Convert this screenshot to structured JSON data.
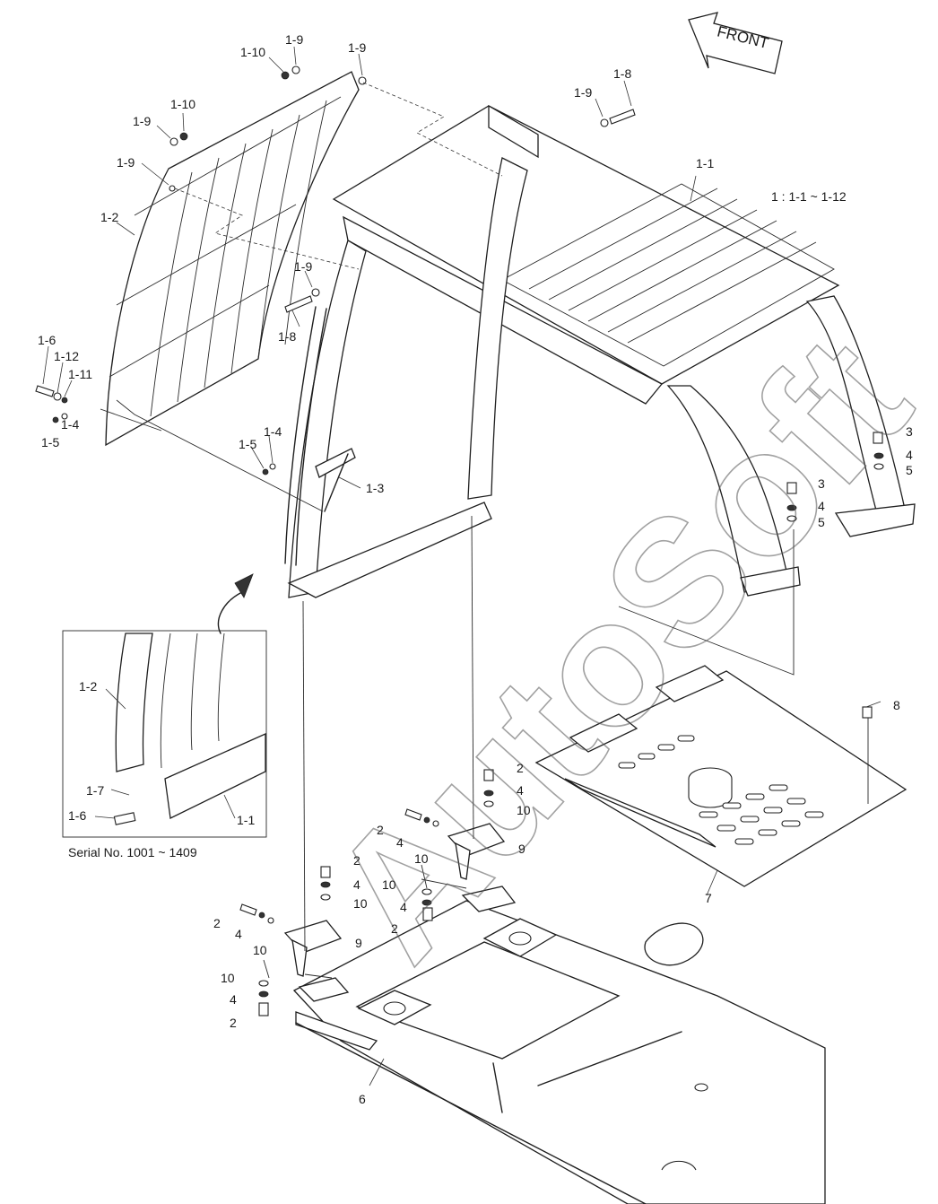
{
  "diagram": {
    "front_label": "FRONT",
    "range_note": "1 : 1-1 ~ 1-12",
    "inset_caption": "Serial No. 1001 ~ 1409",
    "watermark": "AutoSoft",
    "callouts": [
      {
        "id": "c01",
        "text": "1-10"
      },
      {
        "id": "c02",
        "text": "1-9"
      },
      {
        "id": "c03",
        "text": "1-9"
      },
      {
        "id": "c04",
        "text": "1-8"
      },
      {
        "id": "c05",
        "text": "1-9"
      },
      {
        "id": "c06",
        "text": "1-10"
      },
      {
        "id": "c07",
        "text": "1-9"
      },
      {
        "id": "c08",
        "text": "1-9"
      },
      {
        "id": "c09",
        "text": "1-1"
      },
      {
        "id": "c10",
        "text": "1-2"
      },
      {
        "id": "c11",
        "text": "1-9"
      },
      {
        "id": "c12",
        "text": "1-8"
      },
      {
        "id": "c13",
        "text": "1-6"
      },
      {
        "id": "c14",
        "text": "1-12"
      },
      {
        "id": "c15",
        "text": "1-11"
      },
      {
        "id": "c16",
        "text": "1-4"
      },
      {
        "id": "c17",
        "text": "1-5"
      },
      {
        "id": "c18",
        "text": "1-4"
      },
      {
        "id": "c19",
        "text": "1-5"
      },
      {
        "id": "c20",
        "text": "1-3"
      },
      {
        "id": "c21",
        "text": "3"
      },
      {
        "id": "c22",
        "text": "4"
      },
      {
        "id": "c23",
        "text": "5"
      },
      {
        "id": "c24",
        "text": "3"
      },
      {
        "id": "c25",
        "text": "4"
      },
      {
        "id": "c26",
        "text": "5"
      },
      {
        "id": "c27",
        "text": "8"
      },
      {
        "id": "c28",
        "text": "1-2"
      },
      {
        "id": "c29",
        "text": "1-7"
      },
      {
        "id": "c30",
        "text": "1-6"
      },
      {
        "id": "c31",
        "text": "1-1"
      },
      {
        "id": "c32",
        "text": "2"
      },
      {
        "id": "c33",
        "text": "4"
      },
      {
        "id": "c34",
        "text": "10"
      },
      {
        "id": "c35",
        "text": "2"
      },
      {
        "id": "c36",
        "text": "4"
      },
      {
        "id": "c37",
        "text": "9"
      },
      {
        "id": "c38",
        "text": "10"
      },
      {
        "id": "c39",
        "text": "2"
      },
      {
        "id": "c40",
        "text": "4"
      },
      {
        "id": "c41",
        "text": "10"
      },
      {
        "id": "c42",
        "text": "10"
      },
      {
        "id": "c43",
        "text": "4"
      },
      {
        "id": "c44",
        "text": "2"
      },
      {
        "id": "c45",
        "text": "2"
      },
      {
        "id": "c46",
        "text": "4"
      },
      {
        "id": "c47",
        "text": "10"
      },
      {
        "id": "c48",
        "text": "9"
      },
      {
        "id": "c49",
        "text": "10"
      },
      {
        "id": "c50",
        "text": "4"
      },
      {
        "id": "c51",
        "text": "2"
      },
      {
        "id": "c52",
        "text": "7"
      },
      {
        "id": "c53",
        "text": "6"
      }
    ]
  }
}
